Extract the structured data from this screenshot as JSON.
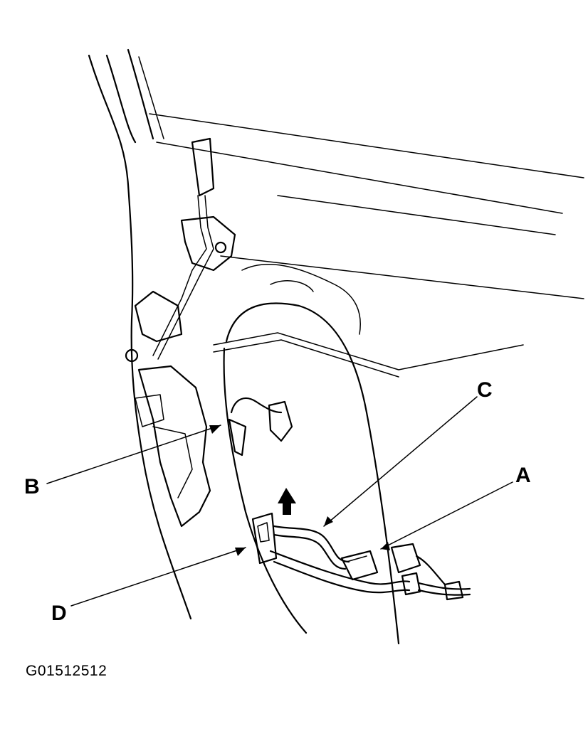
{
  "callouts": {
    "a": "A",
    "b": "B",
    "c": "C",
    "d": "D"
  },
  "figure_code": "G01512512",
  "colors": {
    "line": "#000000",
    "background": "#ffffff"
  }
}
